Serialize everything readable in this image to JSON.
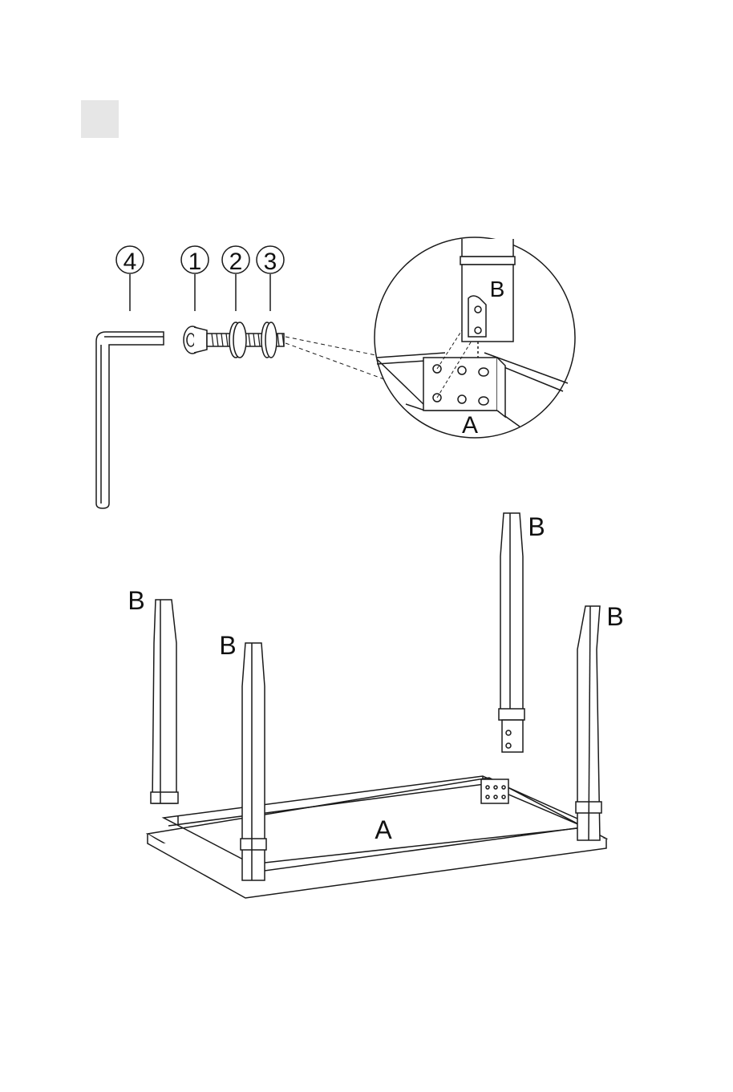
{
  "step_badge": {
    "text": "",
    "color": "#e6e6e6"
  },
  "parts": [
    {
      "number": "4",
      "icon": "allen-key-icon"
    },
    {
      "number": "1",
      "icon": "bolt-icon"
    },
    {
      "number": "2",
      "icon": "washer-icon"
    },
    {
      "number": "3",
      "icon": "spring-washer-icon"
    }
  ],
  "detail_view": {
    "leg_label": "B",
    "frame_label": "A"
  },
  "assembly": {
    "frame_label": "A",
    "leg_labels": [
      "B",
      "B",
      "B",
      "B"
    ]
  },
  "colors": {
    "line": "#1a1a1a",
    "badge": "#e6e6e6",
    "background": "#ffffff"
  }
}
